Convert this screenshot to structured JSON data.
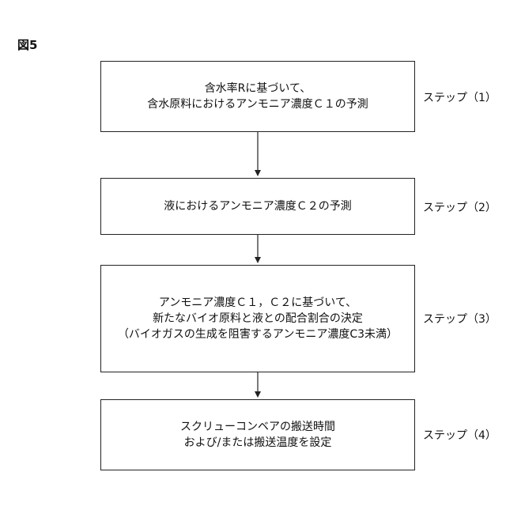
{
  "figure_label": "図5",
  "steps": [
    {
      "lines": [
        "含水率Rに基づいて、",
        "含水原料におけるアンモニア濃度Ｃ１の予測"
      ],
      "label": "ステップ（1）"
    },
    {
      "lines": [
        "液におけるアンモニア濃度Ｃ２の予測"
      ],
      "label": "ステップ（2）"
    },
    {
      "lines": [
        "アンモニア濃度Ｃ１，Ｃ２に基づいて、",
        "新たなバイオ原料と液との配合割合の決定",
        "（バイオガスの生成を阻害するアンモニア濃度C3未満）"
      ],
      "label": "ステップ（3）"
    },
    {
      "lines": [
        "スクリューコンベアの搬送時間",
        "および/または搬送温度を設定"
      ],
      "label": "ステップ（4）"
    }
  ]
}
